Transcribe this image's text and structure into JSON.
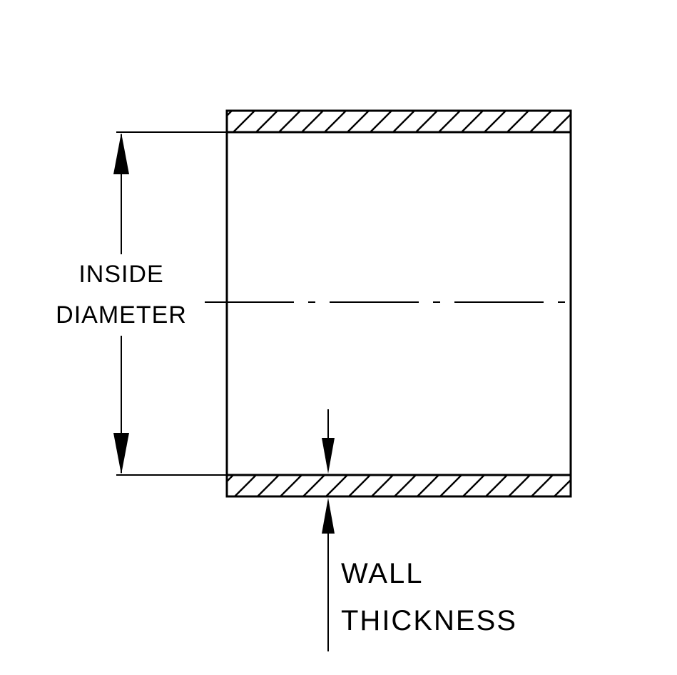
{
  "diagram": {
    "title": "Tube cross-section dimension diagram",
    "labels": {
      "inside_diameter_line1": "INSIDE",
      "inside_diameter_line2": "DIAMETER",
      "wall_thickness_line1": "WALL",
      "wall_thickness_line2": "THICKNESS"
    },
    "colors": {
      "line": "#000000",
      "background": "#ffffff"
    }
  }
}
